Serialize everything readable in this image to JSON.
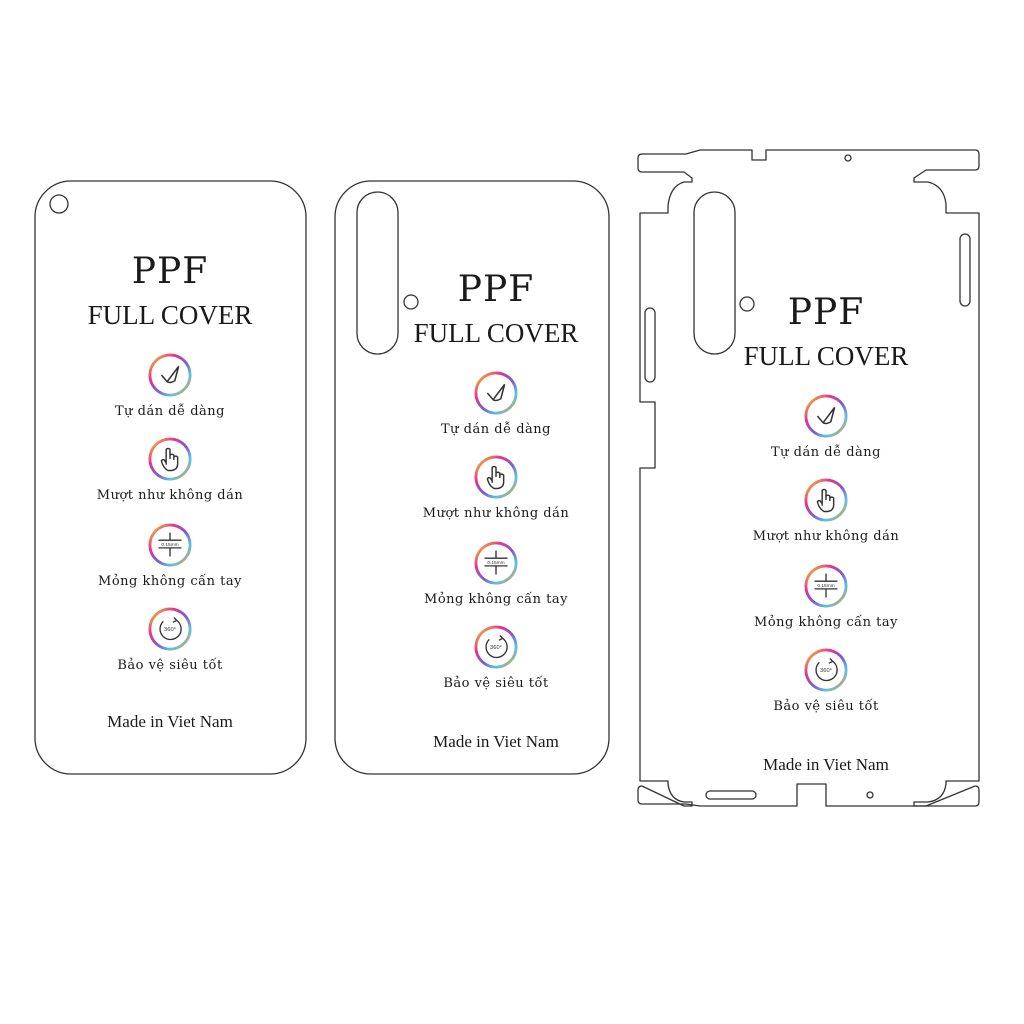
{
  "products": [
    {
      "title": "PPF",
      "subtitle": "FULL COVER",
      "features": [
        {
          "icon": "check-icon",
          "label": "Tự dán dễ dàng"
        },
        {
          "icon": "touch-hand-icon",
          "label": "Mượt như không dán"
        },
        {
          "icon": "thickness-icon",
          "label": "Mỏng không cấn tay",
          "icon_text": "0.15mm"
        },
        {
          "icon": "rotate-360-icon",
          "label": "Bảo vệ siêu tốt",
          "icon_text": "360°"
        }
      ],
      "footer": "Made in Viet Nam"
    },
    {
      "title": "PPF",
      "subtitle": "FULL COVER",
      "features": [
        {
          "icon": "check-icon",
          "label": "Tự dán dễ dàng"
        },
        {
          "icon": "touch-hand-icon",
          "label": "Mượt như không dán"
        },
        {
          "icon": "thickness-icon",
          "label": "Mỏng không cấn tay",
          "icon_text": "0.15mm"
        },
        {
          "icon": "rotate-360-icon",
          "label": "Bảo vệ siêu tốt",
          "icon_text": "360°"
        }
      ],
      "footer": "Made in Viet Nam"
    },
    {
      "title": "PPF",
      "subtitle": "FULL COVER",
      "features": [
        {
          "icon": "check-icon",
          "label": "Tự dán dễ dàng"
        },
        {
          "icon": "touch-hand-icon",
          "label": "Mượt như không dán"
        },
        {
          "icon": "thickness-icon",
          "label": "Mỏng không cấn tay",
          "icon_text": "0.15mm"
        },
        {
          "icon": "rotate-360-icon",
          "label": "Bảo vệ siêu tốt",
          "icon_text": "360°"
        }
      ],
      "footer": "Made in Viet Nam"
    }
  ],
  "colors": {
    "outline": "#333333",
    "text": "#1a1a1a",
    "ring_gradient": [
      "#f2e21a",
      "#e8338a",
      "#3a8fd6",
      "#5bc2e7",
      "#f39b1f"
    ]
  }
}
